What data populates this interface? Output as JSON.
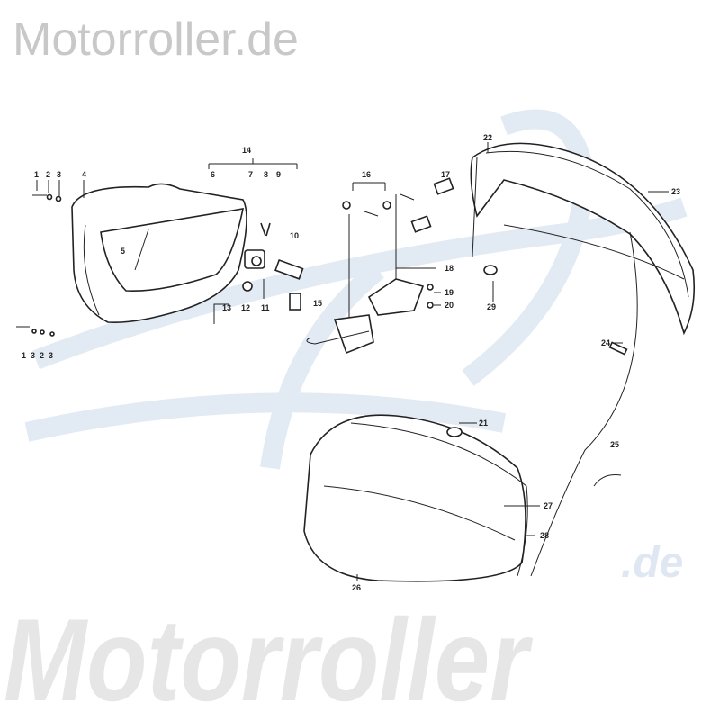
{
  "watermark": {
    "top": "Motorroller.de",
    "big": "Motorroller",
    "suffix": ".de"
  },
  "colors": {
    "watermark_swoosh": "#dbe6f1",
    "line": "#222222"
  },
  "callouts": {
    "c1a": "1",
    "c2a": "2",
    "c3a": "3",
    "c4": "4",
    "c5": "5",
    "c6": "6",
    "c7": "7",
    "c8": "8",
    "c9": "9",
    "c10": "10",
    "c11": "11",
    "c12": "12",
    "c13": "13",
    "c14": "14",
    "c15": "15",
    "c16": "16",
    "c17": "17",
    "c18": "18",
    "c19": "19",
    "c20": "20",
    "c21": "21",
    "c22": "22",
    "c23": "23",
    "c24": "24",
    "c25": "25",
    "c26": "26",
    "c27": "27",
    "c28": "28",
    "c29": "29",
    "c1b": "1",
    "c3b": "3",
    "c2b": "2",
    "c3c": "3"
  }
}
